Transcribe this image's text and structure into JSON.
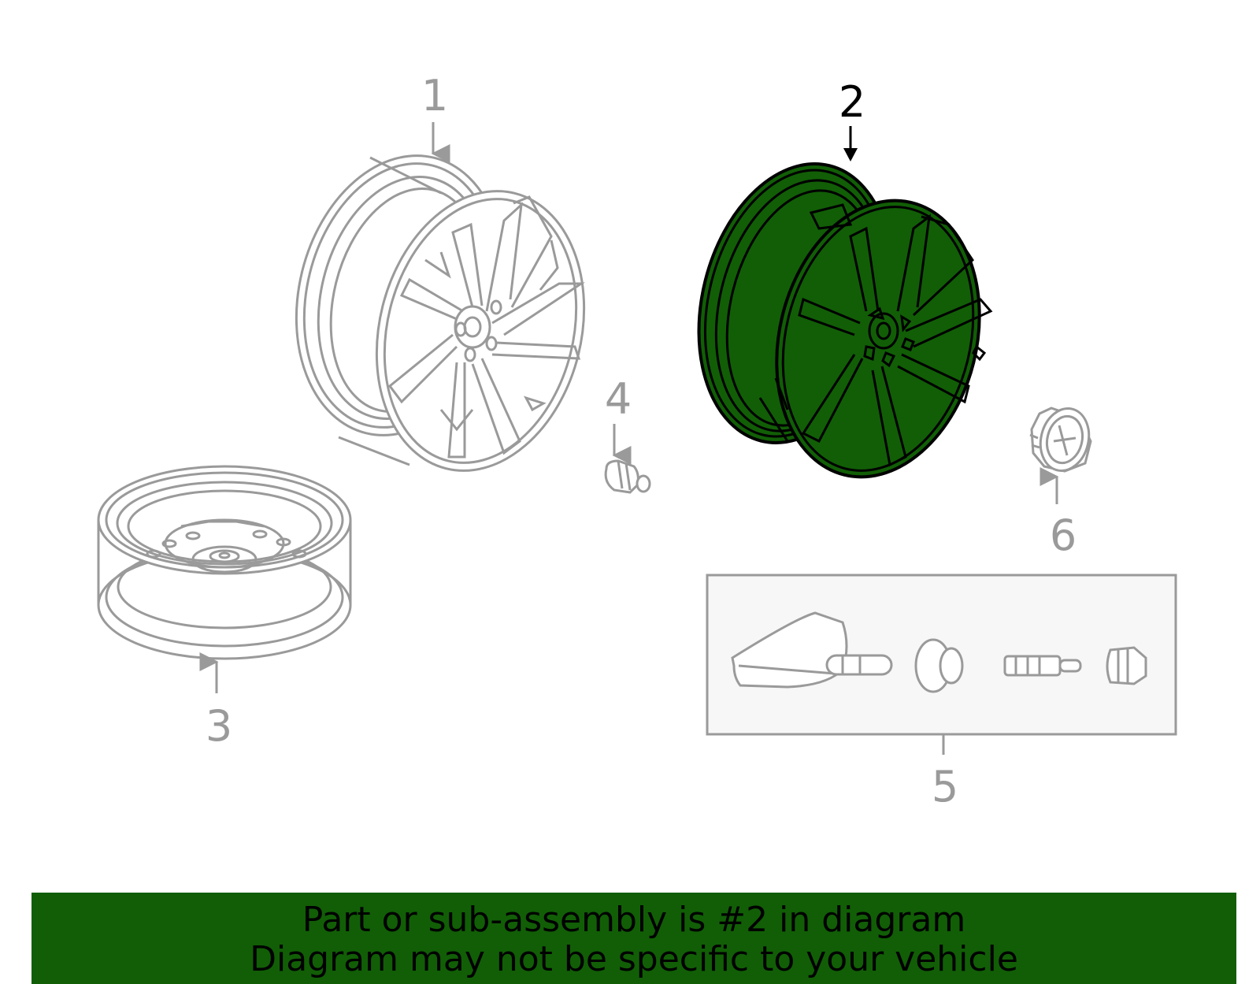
{
  "callouts": {
    "c1": "1",
    "c2": "2",
    "c3": "3",
    "c4": "4",
    "c5": "5",
    "c6": "6"
  },
  "banner": {
    "line1": "Part or sub-assembly is #2 in diagram",
    "line2": "Diagram may not be specific to your vehicle"
  },
  "colors": {
    "highlight_fill": "#115e06",
    "line_gray": "#9a9a9a",
    "highlight_stroke": "#000000",
    "banner_bg": "#115e06"
  }
}
